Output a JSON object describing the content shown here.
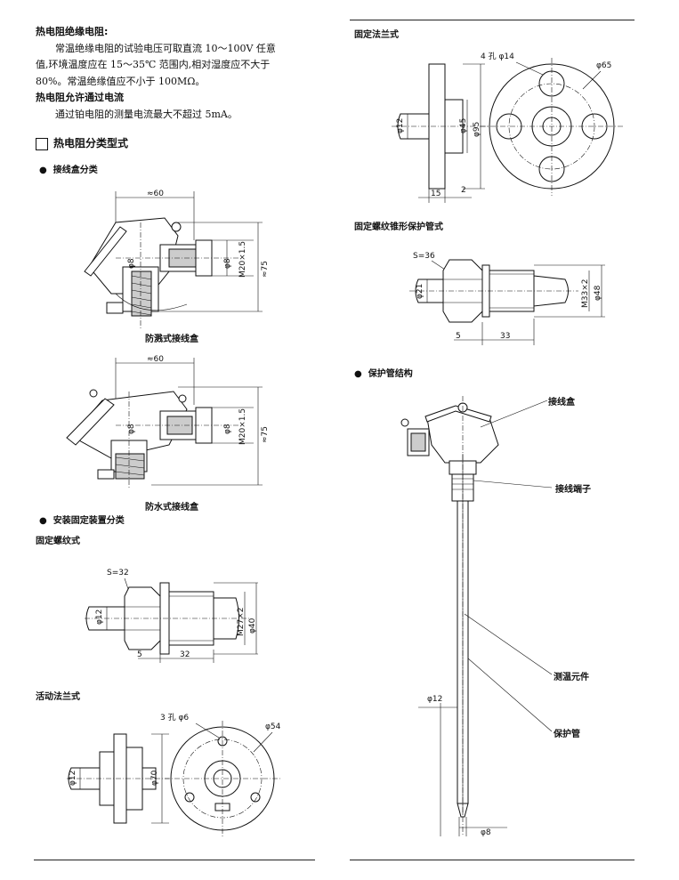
{
  "left": {
    "insulation_title": "热电阻绝缘电阻:",
    "insulation_lines": [
      "常温绝缘电阻的试验电压可取直流 10～100V 任意",
      "值,环境温度应在 15～35℃ 范围内,相对湿度应不大于",
      "80%。常温绝缘值应不小于 100MΩ。"
    ],
    "current_title": "热电阻允许通过电流",
    "current_line": "通过铂电阻的测量电流最大不超过 5mA。",
    "section_title": "热电阻分类型式",
    "junction_title": "接线盒分类",
    "splash_box": {
      "caption": "防溅式接线盒",
      "dim_width": "≈60",
      "dim_phi8a": "φ8",
      "dim_phi8b": "φ8",
      "dim_thread": "M20×1.5",
      "dim_height": "≈75"
    },
    "waterproof_box": {
      "caption": "防水式接线盒",
      "dim_width": "≈60",
      "dim_phi8a": "φ8",
      "dim_phi8b": "φ8",
      "dim_thread": "M20×1.5",
      "dim_height": "≈75"
    },
    "mounting_title": "安装固定装置分类",
    "fixed_thread": {
      "title": "固定螺纹式",
      "dim_s": "S=32",
      "dim_phi12": "φ12",
      "dim_thread": "M27×2",
      "dim_phi40": "φ40",
      "dim_5": "5",
      "dim_32": "32"
    },
    "movable_flange": {
      "title": "活动法兰式",
      "dim_holes": "3 孔 φ6",
      "dim_phi54": "φ54",
      "dim_phi12": "φ12",
      "dim_phi70": "φ70"
    }
  },
  "right": {
    "fixed_flange": {
      "title": "固定法兰式",
      "dim_holes": "4 孔 φ14",
      "dim_phi65": "φ65",
      "dim_phi12": "φ12",
      "dim_phi45": "φ45",
      "dim_phi95": "φ95",
      "dim_15": "15",
      "dim_2": "2"
    },
    "taper_tube": {
      "title": "固定螺纹锥形保护管式",
      "dim_s": "S=36",
      "dim_phi21": "φ21",
      "dim_thread": "M33×2",
      "dim_phi48": "φ48",
      "dim_5": "5",
      "dim_33": "33"
    },
    "structure": {
      "title": "保护管结构",
      "label_box": "接线盒",
      "label_terminal": "接线端子",
      "label_element": "测温元件",
      "label_tube": "保护管",
      "dim_phi12": "φ12",
      "dim_phi8": "φ8"
    }
  }
}
